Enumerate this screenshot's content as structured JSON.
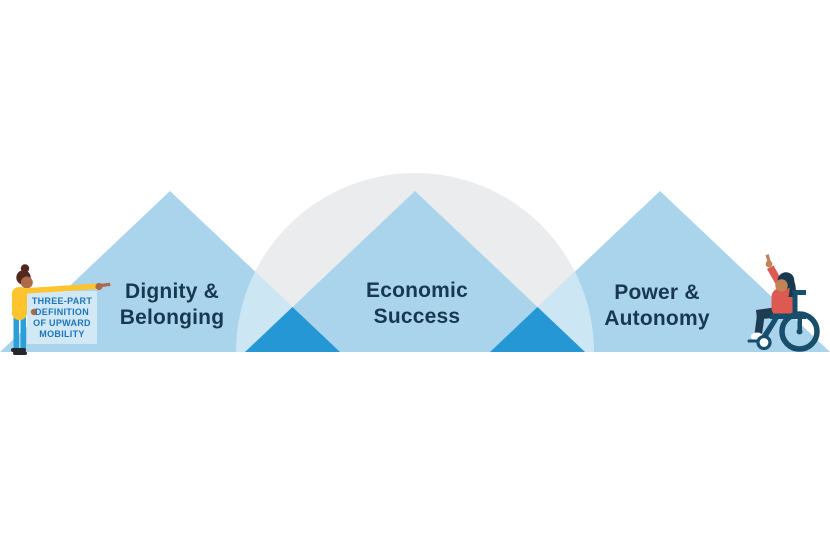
{
  "diagram": {
    "sign_label": "THREE-PART\nDEFINITION\nOF UPWARD\nMOBILITY",
    "mountains": [
      {
        "label": "Dignity &\nBelonging"
      },
      {
        "label": "Economic\nSuccess"
      },
      {
        "label": "Power &\nAutonomy"
      }
    ]
  },
  "figures": {
    "left_person": "person-holding-sign-pointing-right",
    "right_person": "person-in-wheelchair-arm-raised"
  },
  "colors": {
    "background": "#ffffff",
    "mountain_blue": "#a9d4ec",
    "overlap_dark_blue": "#2597d5",
    "arch_gray": "#ebeced",
    "arch_over_mountain": "#cde6f4",
    "label_text": "#183850",
    "sign_bg": "#d2e8f5",
    "sign_text": "#1b76bd",
    "left_person": {
      "hair": "#53291f",
      "skin": "#ae6a48",
      "shirt": "#fdc42e",
      "pants": "#2b9fd9",
      "shoes": "#23272e"
    },
    "right_person": {
      "hair": "#183850",
      "skin": "#c18459",
      "shirt": "#dc5a52",
      "pants": "#1e3d55",
      "shoe": "#ffffff",
      "wheelchair": "#174e6b"
    }
  }
}
